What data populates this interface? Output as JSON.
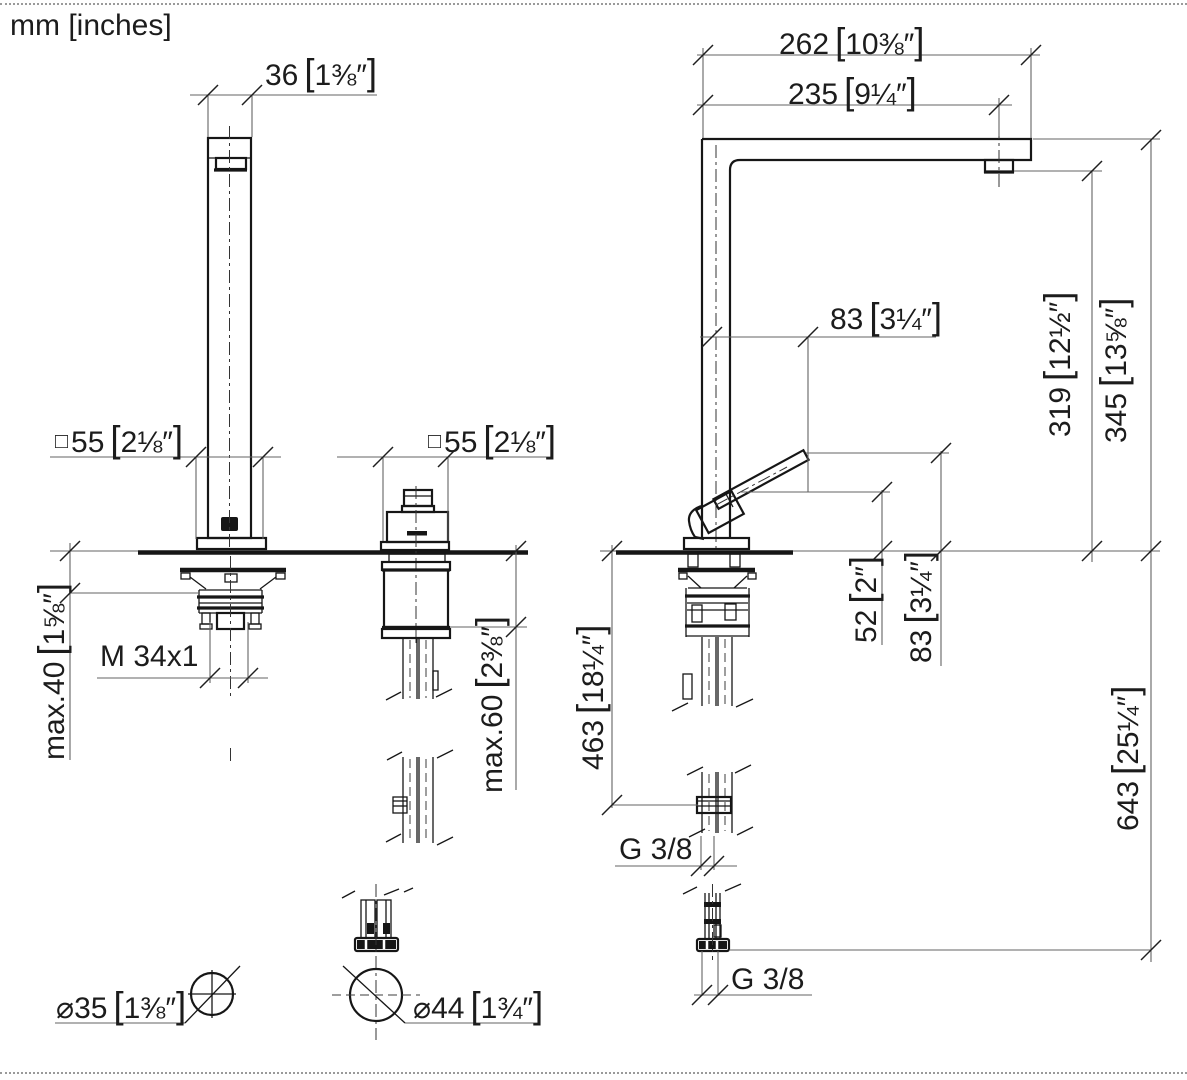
{
  "unit_note": "mm [inches]",
  "colors": {
    "line": "#161616",
    "dim_line": "#636363"
  },
  "dims": {
    "spout_width": {
      "mm": "36",
      "inch": "1⅜″"
    },
    "reach_overall": {
      "mm": "262",
      "inch": "10⅜″"
    },
    "reach_outlet": {
      "mm": "235",
      "inch": "9¼″"
    },
    "escutcheon_spout": {
      "prefix": "□",
      "mm": "55",
      "inch": "2⅛″"
    },
    "escutcheon_valve": {
      "prefix": "□",
      "mm": "55",
      "inch": "2⅛″"
    },
    "handle_length": {
      "mm": "83",
      "inch": "3¼″"
    },
    "height_outlet": {
      "mm": "319",
      "inch": "12½″"
    },
    "height_total": {
      "mm": "345",
      "inch": "13⅝″"
    },
    "counter_max_spout": {
      "mm": "max.40",
      "inch": "1⅝″"
    },
    "thread_spout": "M 34x1",
    "counter_max_valve": {
      "mm": "max.60",
      "inch": "2⅜″"
    },
    "hose_to_connector": {
      "mm": "463",
      "inch": "18¼″"
    },
    "handle_low_height": {
      "mm": "52",
      "inch": "2″"
    },
    "handle_top_height": {
      "mm": "83",
      "inch": "3¼″"
    },
    "hose_total": {
      "mm": "643",
      "inch": "25¼″"
    },
    "connection_side": "G 3/8",
    "connection_bottom": "G 3/8",
    "hole_spout": {
      "prefix": "⌀",
      "mm": "35",
      "inch": "1⅜″"
    },
    "hole_valve": {
      "prefix": "⌀",
      "mm": "44",
      "inch": "1¾″"
    }
  }
}
